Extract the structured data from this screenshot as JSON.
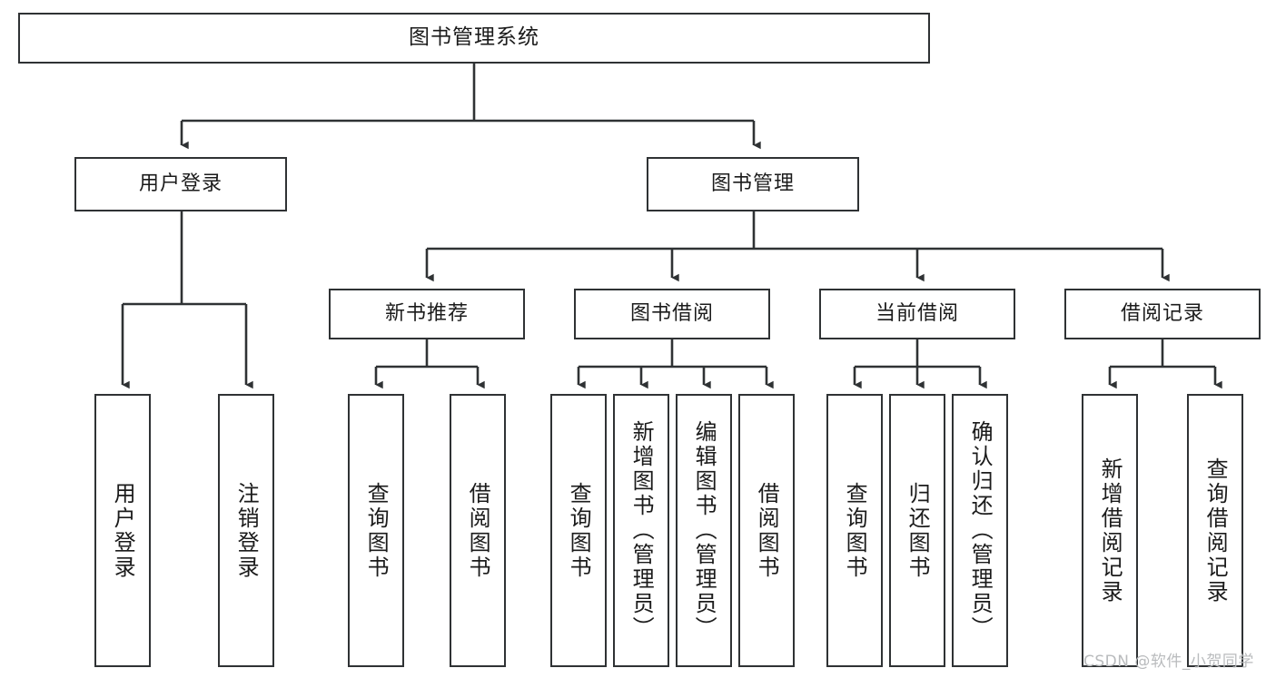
{
  "diagram": {
    "type": "tree-hierarchy",
    "title": "图书管理系统",
    "watermark": "CSDN @软件_小贺同学",
    "stroke_color": "#2f3234",
    "background_color": "#ffffff",
    "text_color": "#1b1b1b",
    "levels": 4,
    "nodes": {
      "root": {
        "label": "图书管理系统",
        "level": 1,
        "orientation": "horizontal"
      },
      "l2": [
        {
          "id": "user-login",
          "label": "用户登录",
          "level": 2,
          "orientation": "horizontal"
        },
        {
          "id": "book-manage",
          "label": "图书管理",
          "level": 2,
          "orientation": "horizontal"
        }
      ],
      "l3": [
        {
          "id": "new-book-rec",
          "label": "新书推荐",
          "level": 3,
          "orientation": "horizontal",
          "parent": "book-manage"
        },
        {
          "id": "book-borrow",
          "label": "图书借阅",
          "level": 3,
          "orientation": "horizontal",
          "parent": "book-manage"
        },
        {
          "id": "current-borrow",
          "label": "当前借阅",
          "level": 3,
          "orientation": "horizontal",
          "parent": "book-manage"
        },
        {
          "id": "borrow-record",
          "label": "借阅记录",
          "level": 3,
          "orientation": "horizontal",
          "parent": "book-manage"
        }
      ],
      "leaves": [
        {
          "id": "leaf-user-login",
          "label": "用户登录",
          "parent": "user-login",
          "orientation": "vertical"
        },
        {
          "id": "leaf-user-logout",
          "label": "注销登录",
          "parent": "user-login",
          "orientation": "vertical"
        },
        {
          "id": "leaf-query-book-1",
          "label": "查询图书",
          "parent": "new-book-rec",
          "orientation": "vertical"
        },
        {
          "id": "leaf-borrow-book-1",
          "label": "借阅图书",
          "parent": "new-book-rec",
          "orientation": "vertical"
        },
        {
          "id": "leaf-query-book-2",
          "label": "查询图书",
          "parent": "book-borrow",
          "orientation": "vertical"
        },
        {
          "id": "leaf-add-book",
          "label": "新增图书（管理员）",
          "parent": "book-borrow",
          "orientation": "vertical"
        },
        {
          "id": "leaf-edit-book",
          "label": "编辑图书（管理员）",
          "parent": "book-borrow",
          "orientation": "vertical"
        },
        {
          "id": "leaf-borrow-book-2",
          "label": "借阅图书",
          "parent": "book-borrow",
          "orientation": "vertical"
        },
        {
          "id": "leaf-query-book-3",
          "label": "查询图书",
          "parent": "current-borrow",
          "orientation": "vertical"
        },
        {
          "id": "leaf-return-book",
          "label": "归还图书",
          "parent": "current-borrow",
          "orientation": "vertical"
        },
        {
          "id": "leaf-confirm-return",
          "label": "确认归还（管理员）",
          "parent": "current-borrow",
          "orientation": "vertical"
        },
        {
          "id": "leaf-add-record",
          "label": "新增借阅记录",
          "parent": "borrow-record",
          "orientation": "vertical"
        },
        {
          "id": "leaf-query-record",
          "label": "查询借阅记录",
          "parent": "borrow-record",
          "orientation": "vertical"
        }
      ]
    }
  }
}
